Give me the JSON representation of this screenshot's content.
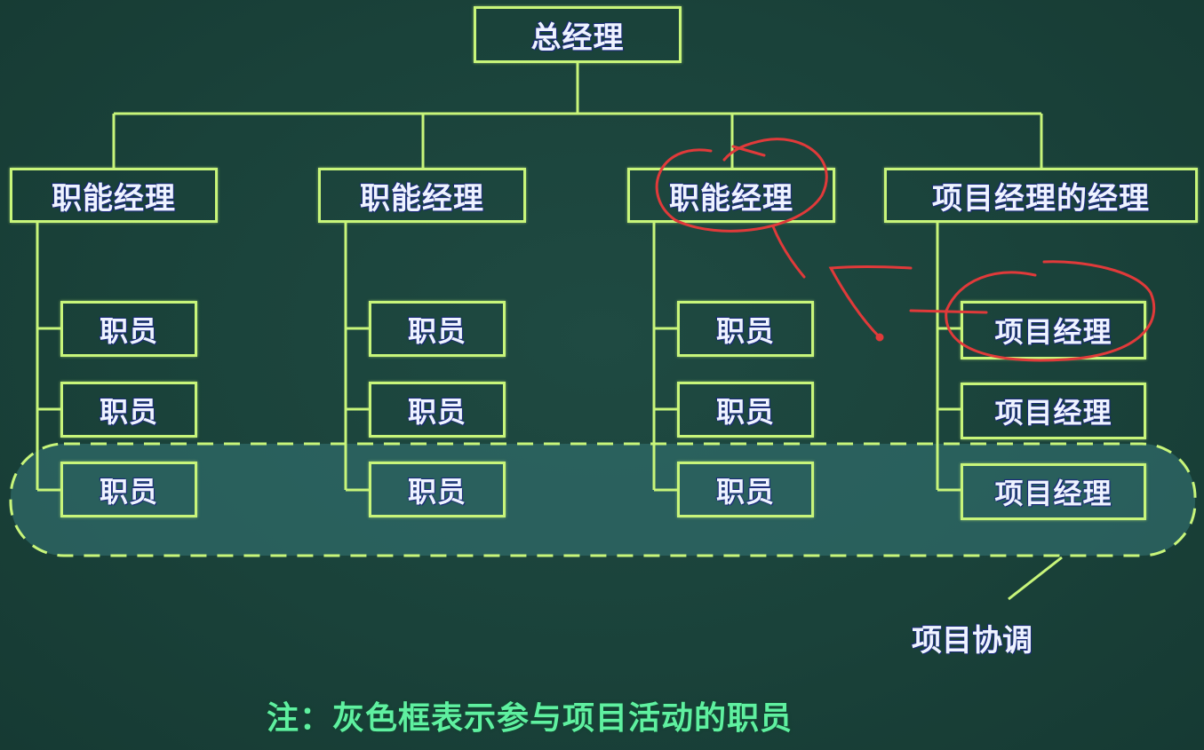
{
  "diagram": {
    "title": "总经理",
    "managers": [
      {
        "label": "职能经理",
        "staff": [
          "职员",
          "职员",
          "职员"
        ]
      },
      {
        "label": "职能经理",
        "staff": [
          "职员",
          "职员",
          "职员"
        ]
      },
      {
        "label": "职能经理",
        "staff": [
          "职员",
          "职员",
          "职员"
        ],
        "annotated": true
      },
      {
        "label": "项目经理的经理",
        "staff": [
          "项目经理",
          "项目经理",
          "项目经理"
        ]
      }
    ],
    "coordination_label": "项目协调",
    "note": "注：灰色框表示参与项目活动的职员",
    "colors": {
      "background": "#1a423a",
      "line": "#c8f57a",
      "text": "#eef3ff",
      "note": "#5ff0a0",
      "highlight_band": "#2f6a68",
      "annotation": "#e03a3a"
    }
  }
}
